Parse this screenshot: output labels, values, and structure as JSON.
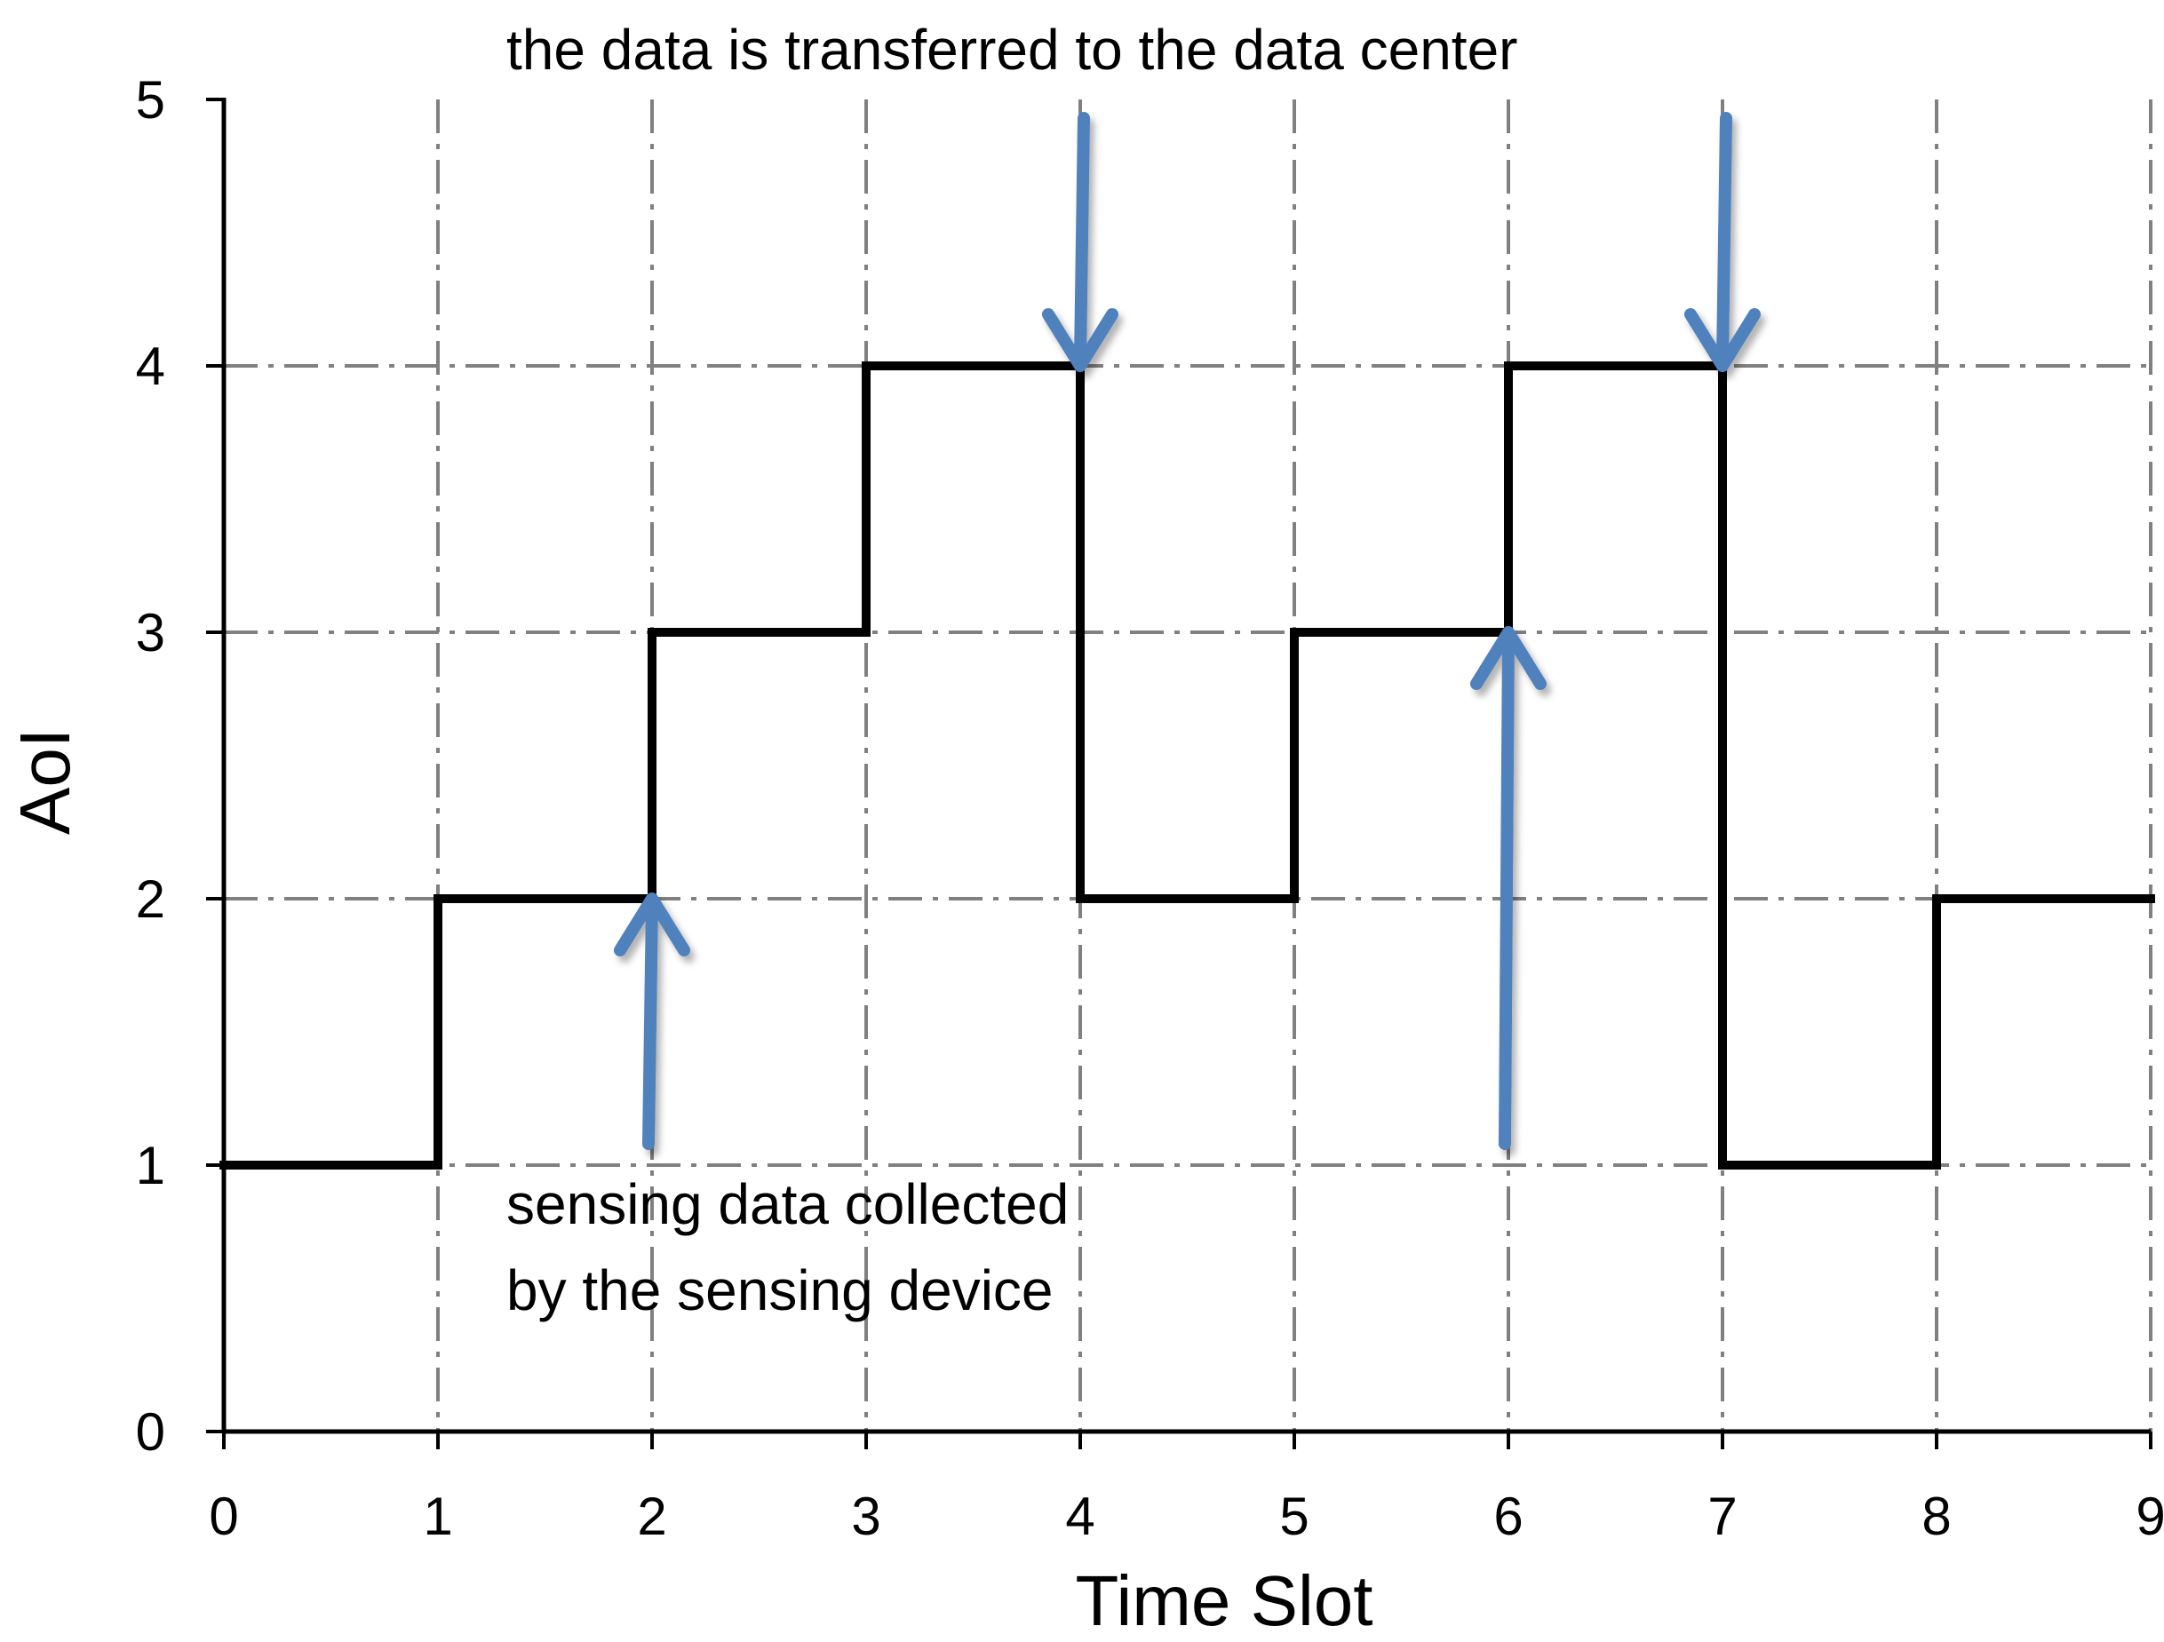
{
  "chart_data": {
    "type": "line",
    "step": true,
    "xlabel": "Time Slot",
    "ylabel": "AoI",
    "xlim": [
      0,
      9
    ],
    "ylim": [
      0,
      5
    ],
    "xticks": [
      "0",
      "1",
      "2",
      "3",
      "4",
      "5",
      "6",
      "7",
      "8",
      "9"
    ],
    "yticks": [
      "0",
      "1",
      "2",
      "3",
      "4",
      "5"
    ],
    "grid": true,
    "series": [
      {
        "x": [
          0,
          1,
          1,
          2,
          2,
          3,
          3,
          4,
          4,
          5,
          5,
          6,
          6,
          7,
          7,
          8,
          8,
          9
        ],
        "values": [
          1,
          1,
          2,
          2,
          3,
          3,
          4,
          4,
          2,
          2,
          3,
          3,
          4,
          4,
          1,
          1,
          2,
          2
        ]
      }
    ],
    "annotations": {
      "transfer_label": "the data is transferred to the data center",
      "collect_label_line1": "sensing data collected",
      "collect_label_line2": "by the sensing device",
      "transfer_arrows": [
        {
          "x": 4,
          "y": 4
        },
        {
          "x": 7,
          "y": 4
        }
      ],
      "collect_arrows": [
        {
          "x": 2,
          "y": 2
        },
        {
          "x": 6,
          "y": 3
        }
      ]
    },
    "colors": {
      "line": "#000000",
      "grid": "#808080",
      "arrow": "#4f81bd"
    }
  }
}
